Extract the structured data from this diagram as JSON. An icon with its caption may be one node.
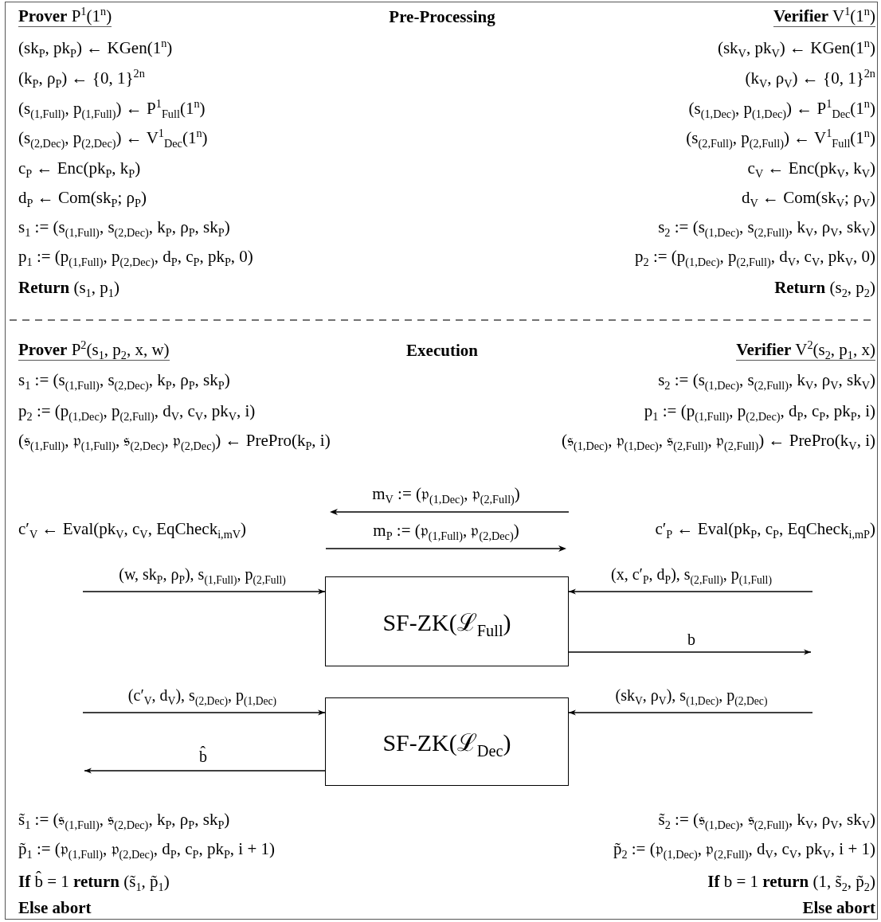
{
  "diagram": {
    "nodes": [
      {
        "text": [
          "SF-ZK(ℒ$_{Full}$)"
        ]
      },
      {
        "text": [
          "SF-ZK(ℒ$_{Dec}$)"
        ]
      }
    ],
    "edges": [
      {
        "from": null,
        "to": 0,
        "arrow": "to",
        "label": "(w, sk$_{P}$, ρ$_{P}$), s$_{(1,Full)}$, p$_{(2,Full)}$"
      },
      {
        "from": null,
        "to": 0,
        "arrow": "to",
        "label": "(x, c′$_{P}$, d$_{P}$), s$_{(2,Full)}$, p$_{(1,Full)}$"
      },
      {
        "from": 0,
        "to": null,
        "arrow": "to",
        "label": "b"
      },
      {
        "from": null,
        "to": 1,
        "arrow": "to",
        "label": "(c′$_{V}$, d$_{V}$), s$_{(2,Dec)}$, p$_{(1,Dec)}$"
      },
      {
        "from": null,
        "to": 1,
        "arrow": "to",
        "label": "(sk$_{V}$, ρ$_{V}$), s$_{(1,Dec)}$, p$_{(2,Dec)}$"
      },
      {
        "from": 1,
        "to": null,
        "arrow": "to",
        "label": "b̂"
      }
    ],
    "labels": [
      "**Prover** P$^{1}$(1$^{n}$)",
      "Pre-Processing",
      "**Verifier** V$^{1}$(1$^{n}$)",
      "(sk$_{P}$, pk$_{P}$) ← KGen(1$^{n}$)",
      "(sk$_{V}$, pk$_{V}$) ← KGen(1$^{n}$)",
      "(k$_{P}$, ρ$_{P}$) ← {0, 1}$^{2n}$",
      "(k$_{V}$, ρ$_{V}$) ← {0, 1}$^{2n}$",
      "(s$_{(1,Full)}$, p$_{(1,Full)}$) ← P$^{1}$$_{Full}$(1$^{n}$)",
      "(s$_{(1,Dec)}$, p$_{(1,Dec)}$) ← P$^{1}$$_{Dec}$(1$^{n}$)",
      "(s$_{(2,Dec)}$, p$_{(2,Dec)}$) ← V$^{1}$$_{Dec}$(1$^{n}$)",
      "(s$_{(2,Full)}$, p$_{(2,Full)}$) ← V$^{1}$$_{Full}$(1$^{n}$)",
      "c$_{P}$ ← Enc(pk$_{P}$, k$_{P}$)",
      "c$_{V}$ ← Enc(pk$_{V}$, k$_{V}$)",
      "d$_{P}$ ← Com(sk$_{P}$; ρ$_{P}$)",
      "d$_{V}$ ← Com(sk$_{V}$; ρ$_{V}$)",
      "s$_{1}$ := (s$_{(1,Full)}$, s$_{(2,Dec)}$, k$_{P}$, ρ$_{P}$, sk$_{P}$)",
      "s$_{2}$ := (s$_{(1,Dec)}$, s$_{(2,Full)}$, k$_{V}$, ρ$_{V}$, sk$_{V}$)",
      "p$_{1}$ := (p$_{(1,Full)}$, p$_{(2,Dec)}$, d$_{P}$, c$_{P}$, pk$_{P}$, 0)",
      "p$_{2}$ := (p$_{(1,Dec)}$, p$_{(2,Full)}$, d$_{V}$, c$_{V}$, pk$_{V}$, 0)",
      "**Return** (s$_{1}$, p$_{1}$)",
      "**Return** (s$_{2}$, p$_{2}$)",
      "**Prover** P$^{2}$(s$_{1}$, p$_{2}$, x, w)",
      "Execution",
      "**Verifier** V$^{2}$(s$_{2}$, p$_{1}$, x)",
      "s$_{1}$ := (s$_{(1,Full)}$, s$_{(2,Dec)}$, k$_{P}$, ρ$_{P}$, sk$_{P}$)",
      "s$_{2}$ := (s$_{(1,Dec)}$, s$_{(2,Full)}$, k$_{V}$, ρ$_{V}$, sk$_{V}$)",
      "p$_{2}$ := (p$_{(1,Dec)}$, p$_{(2,Full)}$, d$_{V}$, c$_{V}$, pk$_{V}$, i)",
      "p$_{1}$ := (p$_{(1,Full)}$, p$_{(2,Dec)}$, d$_{P}$, c$_{P}$, pk$_{P}$, i)",
      "(𝔰$_{(1,Full)}$, 𝔭$_{(1,Full)}$, 𝔰$_{(2,Dec)}$, 𝔭$_{(2,Dec)}$) ← PrePro(k$_{P}$, i)",
      "(𝔰$_{(1,Dec)}$, 𝔭$_{(1,Dec)}$, 𝔰$_{(2,Full)}$, 𝔭$_{(2,Full)}$) ← PrePro(k$_{V}$, i)",
      "m$_{V}$ := (𝔭$_{(1,Dec)}$, 𝔭$_{(2,Full)}$)",
      "c′$_{V}$ ← Eval(pk$_{V}$, c$_{V}$, EqCheck$_{i,mV}$)",
      "m$_{P}$ := (𝔭$_{(1,Full)}$, 𝔭$_{(2,Dec)}$)",
      "c′$_{P}$ ← Eval(pk$_{P}$, c$_{P}$, EqCheck$_{i,mP}$)",
      "s̃$_{1}$ := (𝔰$_{(1,Full)}$, 𝔰$_{(2,Dec)}$, k$_{P}$, ρ$_{P}$, sk$_{P}$)",
      "s̃$_{2}$ := (𝔰$_{(1,Dec)}$, 𝔰$_{(2,Full)}$, k$_{V}$, ρ$_{V}$, sk$_{V}$)",
      "p̃$_{1}$ := (𝔭$_{(1,Full)}$, 𝔭$_{(2,Dec)}$, d$_{P}$, c$_{P}$, pk$_{P}$, i + 1)",
      "p̃$_{2}$ := (𝔭$_{(1,Dec)}$, 𝔭$_{(2,Full)}$, d$_{V}$, c$_{V}$, pk$_{V}$, i + 1)",
      "**If** b̂ = 1 **return** (s̃$_{1}$, p̃$_{1}$)",
      "**If** b = 1 **return** (1, s̃$_{2}$, p̃$_{2}$)",
      "Else abort",
      "Else abort"
    ]
  }
}
